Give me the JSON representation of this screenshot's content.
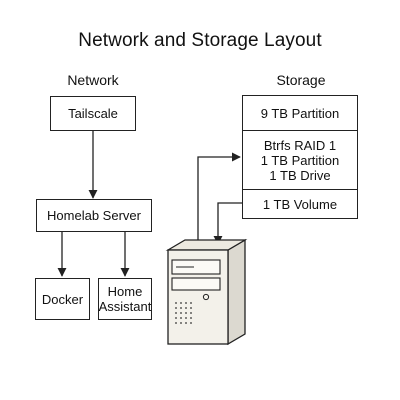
{
  "title": "Network and Storage Layout",
  "network": {
    "label": "Network",
    "nodes": {
      "tailscale": "Tailscale",
      "homelab_server": "Homelab Server",
      "docker": "Docker",
      "home_assistant": "Home\nAssistant"
    }
  },
  "storage": {
    "label": "Storage",
    "cells": {
      "partition_9tb": "9 TB Partition",
      "raid": "Btrfs RAID 1\n1 TB Partition\n1 TB Drive",
      "volume_1tb": "1 TB Volume"
    }
  },
  "server_icon": "server-tower-icon"
}
